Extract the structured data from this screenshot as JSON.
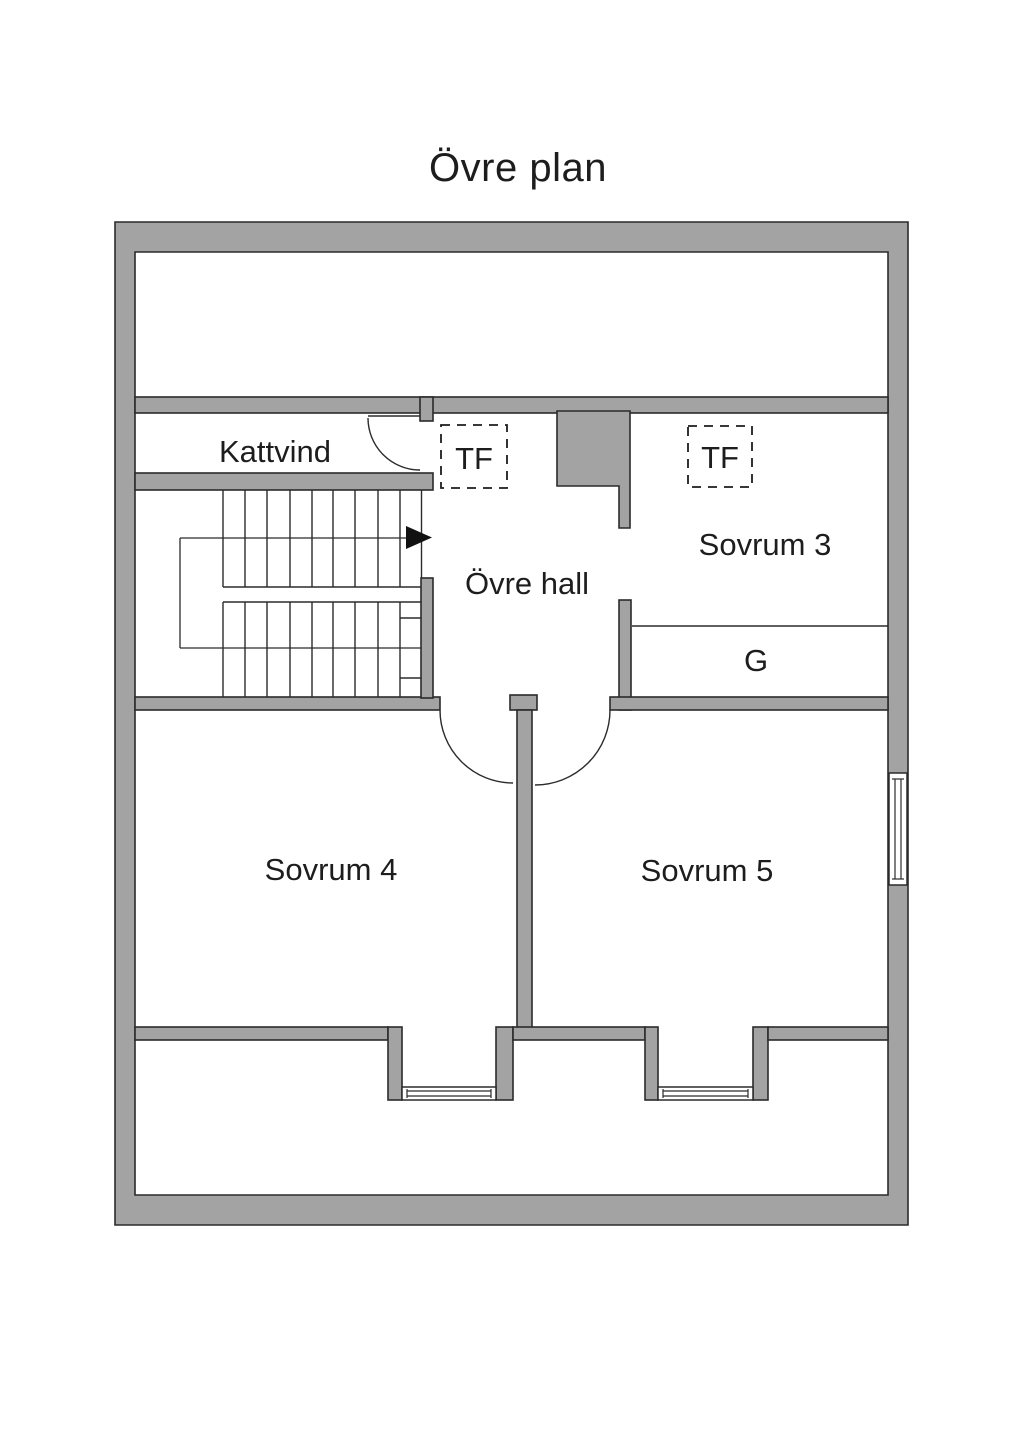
{
  "title": "Övre plan",
  "colors": {
    "wall_fill": "#a3a3a3",
    "line": "#2b2b2b",
    "text": "#1d1d1d",
    "background": "#ffffff"
  },
  "rooms": {
    "kattvind": {
      "label": "Kattvind"
    },
    "ovre_hall": {
      "label": "Övre hall"
    },
    "sovrum3": {
      "label": "Sovrum 3"
    },
    "garderob": {
      "label": "G"
    },
    "sovrum4": {
      "label": "Sovrum 4"
    },
    "sovrum5": {
      "label": "Sovrum 5"
    }
  },
  "skylights": {
    "tf1": {
      "label": "TF"
    },
    "tf2": {
      "label": "TF"
    }
  }
}
